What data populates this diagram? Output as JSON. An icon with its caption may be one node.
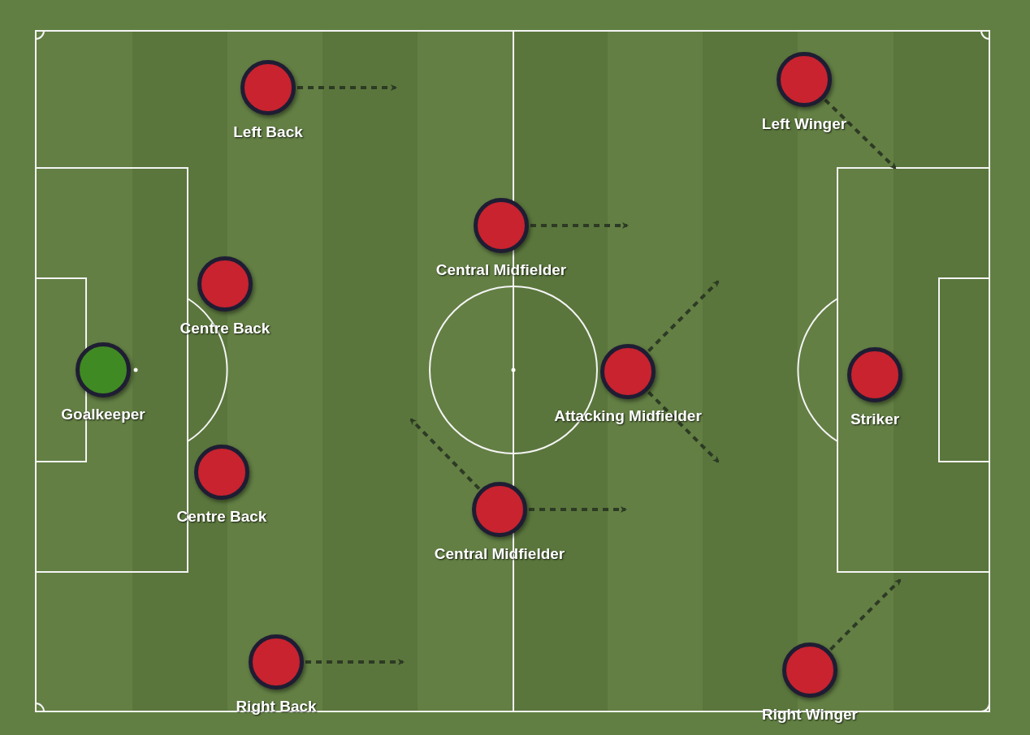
{
  "diagram": {
    "nodes": [
      {
        "text": [
          "Left Back"
        ]
      },
      {
        "text": [
          "Left Winger"
        ]
      },
      {
        "text": [
          "Central Midfielder"
        ]
      },
      {
        "text": [
          "Centre Back"
        ]
      },
      {
        "text": [
          "Goalkeeper"
        ]
      },
      {
        "text": [
          "Attacking Midfielder"
        ]
      },
      {
        "text": [
          "Striker"
        ]
      },
      {
        "text": [
          "Centre Back"
        ]
      },
      {
        "text": [
          "Central Midfielder"
        ]
      },
      {
        "text": [
          "Right Back"
        ]
      },
      {
        "text": [
          "Right Winger"
        ]
      }
    ],
    "edges": [
      {
        "from": 0,
        "to": null,
        "arrow": "to",
        "style": "dashed"
      },
      {
        "from": 1,
        "to": null,
        "arrow": "to",
        "style": "dashed"
      },
      {
        "from": 2,
        "to": null,
        "arrow": "to",
        "style": "dashed"
      },
      {
        "from": 5,
        "to": null,
        "arrow": "to",
        "style": "dashed"
      },
      {
        "from": 5,
        "to": null,
        "arrow": "to",
        "style": "dashed"
      },
      {
        "from": 8,
        "to": null,
        "arrow": "to",
        "style": "dashed"
      },
      {
        "from": 8,
        "to": null,
        "arrow": "to",
        "style": "dashed"
      },
      {
        "from": 9,
        "to": null,
        "arrow": "to",
        "style": "dashed"
      },
      {
        "from": 10,
        "to": null,
        "arrow": "to",
        "style": "dashed"
      }
    ]
  }
}
